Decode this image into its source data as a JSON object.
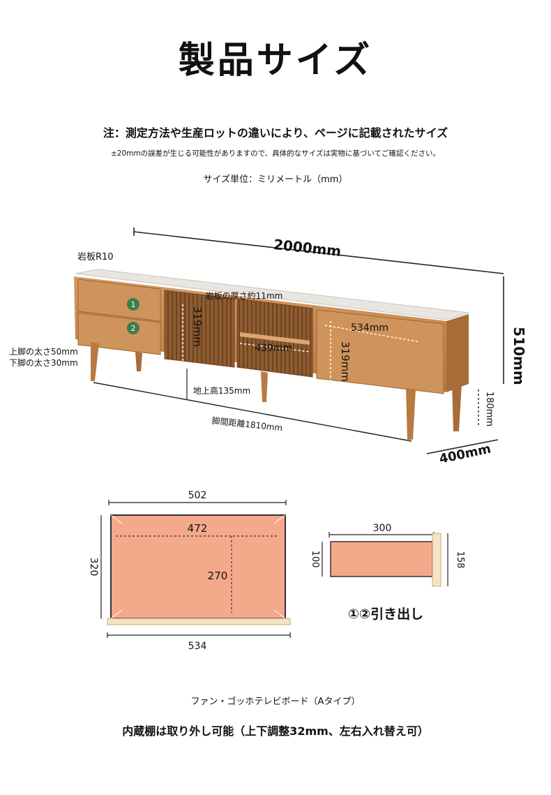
{
  "title": "製品サイズ",
  "notes": {
    "line1": "注：測定方法や生産ロットの違いにより、ページに記載されたサイズ",
    "line2": "±20mmの誤差が生じる可能性がありますので、具体的なサイズは実物に基づいてご確認ください。",
    "unit": "サイズ単位：ミリメートル（mm）"
  },
  "tv_board": {
    "width": "2000mm",
    "height": "510mm",
    "depth": "400mm",
    "stone_top_radius": "岩板R10",
    "stone_thickness": "岩板の厚さ約11mm",
    "leg_thickness": "上脚の太さ50mm 下脚の太さ30mm",
    "glass_door_height": "319mm",
    "shelf_width": "439mm",
    "right_compartment_width": "534mm",
    "right_compartment_height": "319mm",
    "ground_clearance": "地上高135mm",
    "leg_spacing": "脚間距離1810mm",
    "leg_height": "180mm",
    "drawer_badges": [
      "1",
      "2"
    ]
  },
  "drawer_top_view": {
    "outer_width": "502",
    "inner_width": "472",
    "depth": "320",
    "inner_depth": "270",
    "front_width": "534"
  },
  "drawer_side_view": {
    "length": "300",
    "inner_height": "100",
    "front_height": "158",
    "caption": "①②引き出し"
  },
  "product_name": "ファン・ゴッホテレビボード（Aタイプ）",
  "shelf_note": "内蔵棚は取り外し可能（上下調整32mm、左右入れ替え可）",
  "colors": {
    "oak": "#c98d55",
    "oak_dark": "#9c6536",
    "stone_top": "#e9e6e1",
    "glass": "#8a5a32",
    "drawer_salmon": "#f4a98b",
    "drawer_outline": "#333333",
    "badge_green": "#3f7c4c"
  }
}
